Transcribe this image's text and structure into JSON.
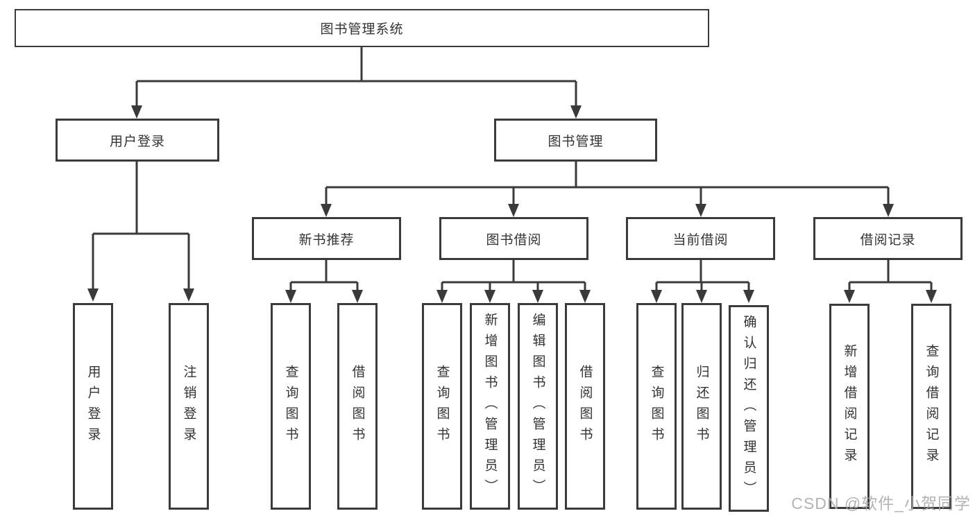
{
  "colors": {
    "line": "#3a3a3a",
    "node_border": "#3a3a3a",
    "node_text": "#333333",
    "background": "#ffffff",
    "watermark": "#ababab"
  },
  "watermark": "CSDN @软件_小贺同学",
  "tree": {
    "root": "图书管理系统",
    "children": [
      {
        "label": "用户登录",
        "children": [
          "用户登录",
          "注销登录"
        ]
      },
      {
        "label": "图书管理",
        "children": [
          {
            "label": "新书推荐",
            "children": [
              "查询图书",
              "借阅图书"
            ]
          },
          {
            "label": "图书借阅",
            "children": [
              "查询图书",
              "新增图书（管理员）",
              "编辑图书（管理员）",
              "借阅图书"
            ]
          },
          {
            "label": "当前借阅",
            "children": [
              "查询图书",
              "归还图书",
              "确认归还（管理员）"
            ]
          },
          {
            "label": "借阅记录",
            "children": [
              "新增借阅记录",
              "查询借阅记录"
            ]
          }
        ]
      }
    ]
  }
}
